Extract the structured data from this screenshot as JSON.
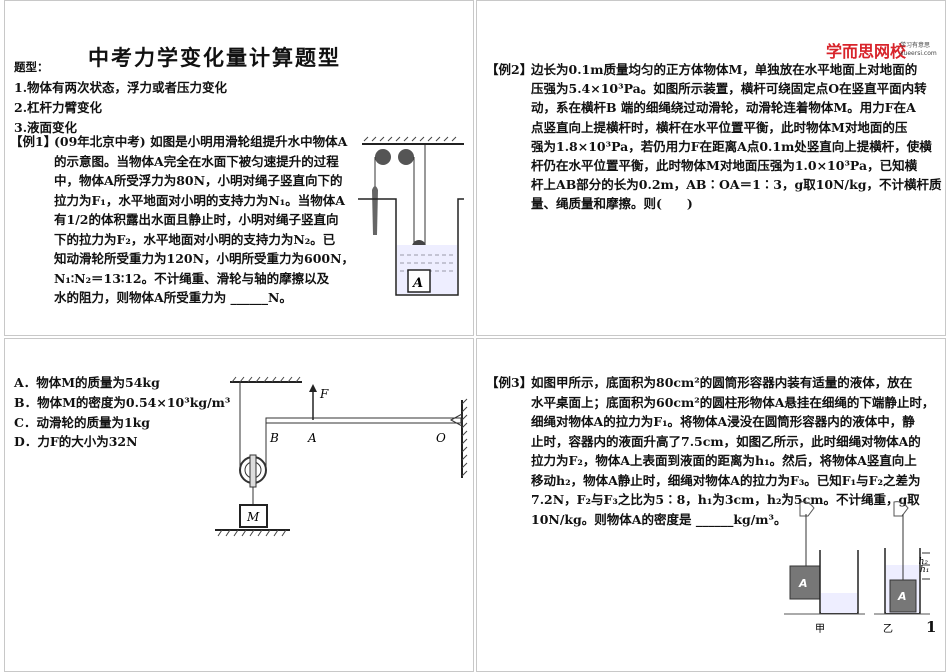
{
  "slide1": {
    "title": "中考力学变化量计算题型",
    "types_label": "题型：",
    "types": [
      "1.物体有两次状态，浮力或者压力变化",
      "2.杠杆力臂变化",
      "3.液面变化"
    ],
    "example_tag": "【例1】",
    "example_lines": [
      "(09年北京中考) 如图是小明用滑轮组提升水中物体A",
      "的示意图。当物体A完全在水面下被匀速提升的过程",
      "中，物体A所受浮力为80N，小明对绳子竖直向下的",
      "拉力为F₁，水平地面对小明的支持力为N₁。当物体A",
      "有1/2的体积露出水面且静止时，小明对绳子竖直向",
      "下的拉力为F₂，水平地面对小明的支持力为N₂。已",
      "知动滑轮所受重力为120N，小明所受重力为600N，",
      "N₁∶N₂＝13∶12。不计绳重、滑轮与轴的摩擦以及",
      "水的阻力，则物体A所受重力为 ______N。"
    ],
    "figure_label": "A"
  },
  "slide2": {
    "logo": "学而思网校",
    "logo_sub": "学习有意思",
    "logo_url_text": "xueersi.com",
    "example_tag": "【例2】",
    "example_lines": [
      "边长为0.1m质量均匀的正方体物体M，单独放在水平地面上对地面的",
      "压强为5.4×10³Pa。如图所示装置，横杆可绕固定点O在竖直平面内转",
      "动，系在横杆B 端的细绳绕过动滑轮，动滑轮连着物体M。用力F在A",
      "点竖直向上提横杆时，横杆在水平位置平衡，此时物体M对地面的压",
      "强为1.8×10³Pa，若仍用力F在距离A点0.1m处竖直向上提横杆，使横",
      "杆仍在水平位置平衡，此时物体M对地面压强为1.0×10³Pa，已知横",
      "杆上AB部分的长为0.2m，AB∶OA＝1∶3，g取10N/kg，不计横杆质",
      "量、绳质量和摩擦。则(　　)"
    ]
  },
  "slide3": {
    "options": [
      "A．物体M的质量为54kg",
      "B．物体M的密度为0.54×10³kg/m³",
      "C．动滑轮的质量为1kg",
      "D．力F的大小为32N"
    ],
    "figure_labels": {
      "F": "F",
      "B": "B",
      "A": "A",
      "O": "O",
      "M": "M"
    }
  },
  "slide4": {
    "example_tag": "【例3】",
    "example_lines": [
      "如图甲所示，底面积为80cm²的圆筒形容器内装有适量的液体，放在",
      "水平桌面上；底面积为60cm²的圆柱形物体A悬挂在细绳的下端静止时，",
      "细绳对物体A的拉力为F₁。将物体A浸没在圆筒形容器内的液体中，静",
      "止时，容器内的液面升高了7.5cm，如图乙所示，此时细绳对物体A的",
      "拉力为F₂，物体A上表面到液面的距离为h₁。然后，将物体A竖直向上",
      "移动h₂，物体A静止时，细绳对物体A的拉力为F₃。已知F₁与F₂之差为",
      "7.2N，F₂与F₃之比为5∶8，h₁为3cm，h₂为5cm。不计绳重，g取",
      "10N/kg。则物体A的密度是 ______kg/m³。"
    ],
    "figure_labels": {
      "block": "A",
      "h1": "h₁",
      "h2": "h₂",
      "jia": "甲",
      "yi": "乙"
    },
    "page_number": "1"
  }
}
